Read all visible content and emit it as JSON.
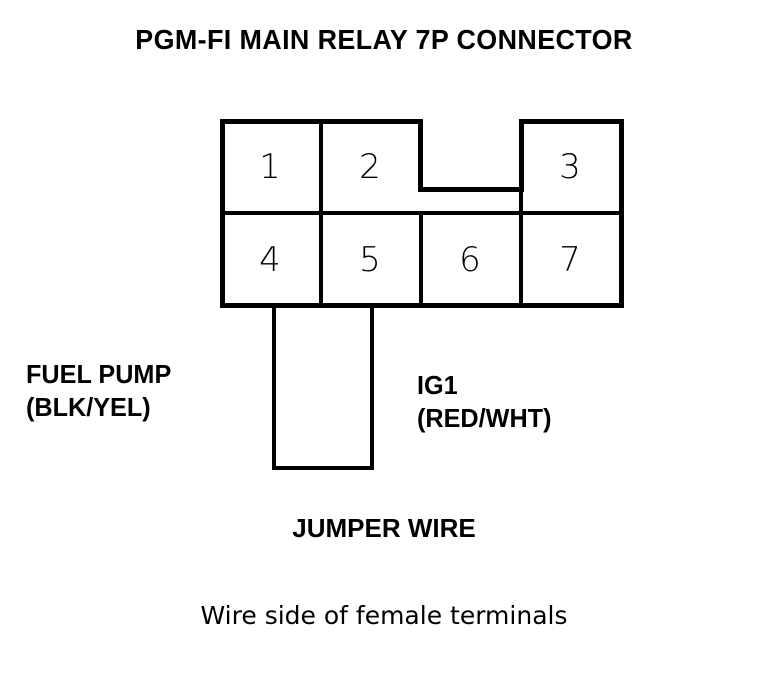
{
  "title": "PGM-FI MAIN RELAY 7P CONNECTOR",
  "connector": {
    "type": "7P connector pin-out diagram",
    "top_row": [
      {
        "number": "1"
      },
      {
        "number": "2"
      },
      {
        "number": "3"
      }
    ],
    "bottom_row": [
      {
        "number": "4"
      },
      {
        "number": "5"
      },
      {
        "number": "6"
      },
      {
        "number": "7"
      }
    ],
    "notch": "polarizing-notch-top-edge-between-2-and-3"
  },
  "wires": {
    "fuel_pump": {
      "name": "FUEL PUMP",
      "color_code": "(BLK/YEL)"
    },
    "ig1": {
      "name": "IG1",
      "color_code": "(RED/WHT)"
    }
  },
  "jumper": {
    "caption": "JUMPER WIRE"
  },
  "note": "Wire side of female terminals",
  "colors": {
    "ink": "#000000",
    "background": "#ffffff"
  }
}
